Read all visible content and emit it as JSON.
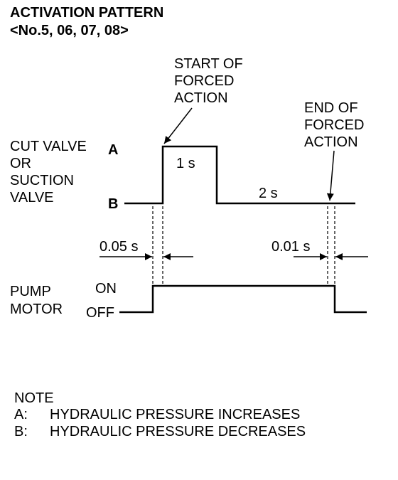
{
  "title": {
    "line1": "ACTIVATION PATTERN",
    "line2": "<No.5, 06, 07, 08>"
  },
  "valve": {
    "label_lines": [
      "CUT VALVE",
      "OR",
      "SUCTION",
      "VALVE"
    ],
    "level_a": "A",
    "level_b": "B"
  },
  "pump": {
    "label_lines": [
      "PUMP",
      "MOTOR"
    ],
    "on": "ON",
    "off": "OFF"
  },
  "annotations": {
    "start_lines": [
      "START OF",
      "FORCED",
      "ACTION"
    ],
    "end_lines": [
      "END OF",
      "FORCED",
      "ACTION"
    ],
    "duration_high": "1 s",
    "duration_low": "2 s",
    "delay_start": "0.05 s",
    "delay_end": "0.01 s"
  },
  "note": {
    "heading": "NOTE",
    "items": [
      {
        "key": "A:",
        "text": "HYDRAULIC PRESSURE INCREASES"
      },
      {
        "key": "B:",
        "text": "HYDRAULIC PRESSURE DECREASES"
      }
    ]
  }
}
